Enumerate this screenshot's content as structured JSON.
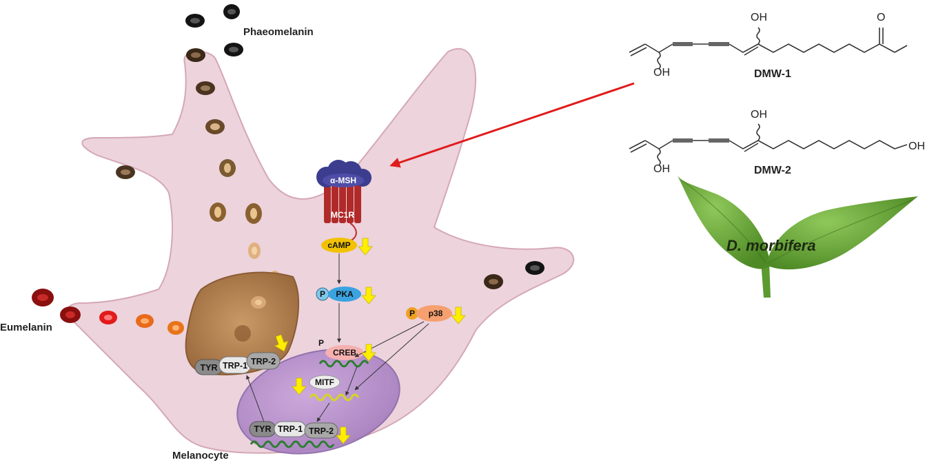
{
  "labels": {
    "phaeomelanin": "Phaeomelanin",
    "eumelanin": "Eumelanin",
    "melanocyte": "Melanocyte",
    "plant": "D. morbifera"
  },
  "compounds": [
    {
      "name": "DMW-1",
      "oh_top": "OH",
      "oh_bottom": "OH"
    },
    {
      "name": "DMW-2",
      "oh_top": "OH",
      "oh_bottom": "OH",
      "oh_end": "OH"
    }
  ],
  "ester": {
    "carbonyl_o": "O"
  },
  "pathway": {
    "ligand": "α-MSH",
    "receptor": "MC1R",
    "camp": "cAMP",
    "pka": "PKA",
    "p38": "p38",
    "creb": "CREB",
    "mitf": "MITF",
    "phospho": "P"
  },
  "enzymes_melanosome": [
    "TYR",
    "TRP-1",
    "TRP-2"
  ],
  "enzymes_nucleus": [
    "TYR",
    "TRP-1",
    "TRP-2"
  ],
  "colors": {
    "cell": "#ecd3dc",
    "nucleus": "#b591c8",
    "melanosome": "#b7825a",
    "inhibition_arrow": "#ffee00",
    "plant_leaf": "#6aa83a",
    "red_arrow": "#e01b1b"
  }
}
